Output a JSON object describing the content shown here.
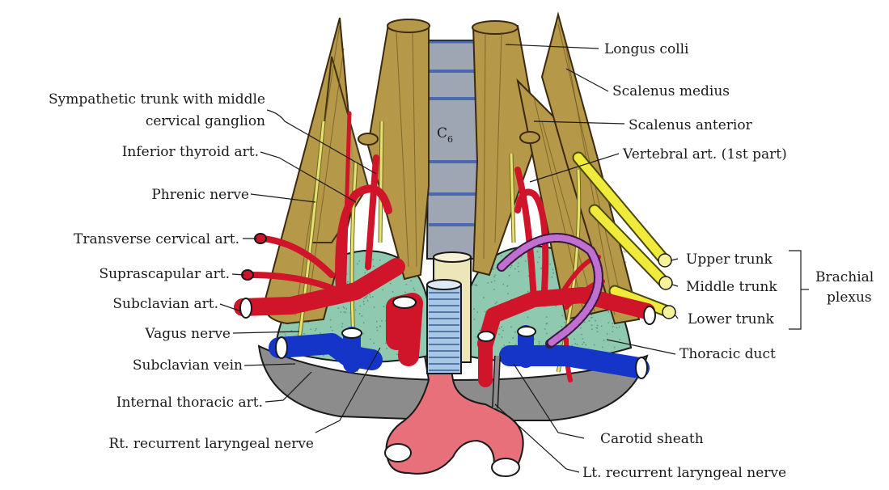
{
  "labels": {
    "longus_colli": "Longus colli",
    "scalenus_medius": "Scalenus medius",
    "scalenus_anterior": "Scalenus anterior",
    "vertebral_art": "Vertebral art. (1st part)",
    "sympathetic_trunk_1": "Sympathetic trunk with middle",
    "sympathetic_trunk_2": "cervical ganglion",
    "inferior_thyroid": "Inferior thyroid art.",
    "phrenic_nerve": "Phrenic nerve",
    "transverse_cervical": "Transverse cervical art.",
    "suprascapular": "Suprascapular art.",
    "subclavian_art": "Subclavian art.",
    "vagus_nerve": "Vagus nerve",
    "subclavian_vein": "Subclavian vein",
    "internal_thoracic": "Internal thoracic art.",
    "rt_recurrent": "Rt. recurrent laryngeal nerve",
    "upper_trunk": "Upper trunk",
    "middle_trunk": "Middle trunk",
    "lower_trunk": "Lower trunk",
    "brachial_1": "Brachial",
    "brachial_2": "plexus",
    "thoracic_duct": "Thoracic duct",
    "carotid_sheath": "Carotid sheath",
    "lt_recurrent": "Lt. recurrent laryngeal nerve",
    "vertebra_c": "C",
    "vertebra_sub": "6"
  },
  "colors": {
    "muscle": "#b59848",
    "vertebra": "#9ea6b4",
    "artery": "#d0142a",
    "vein": "#1535c8",
    "pleura": "#8fcab0",
    "mediastinum": "#8c8c8c",
    "aorta": "#e8707a",
    "nerve": "#e8e070",
    "thoracic_duct": "#c070d0"
  }
}
